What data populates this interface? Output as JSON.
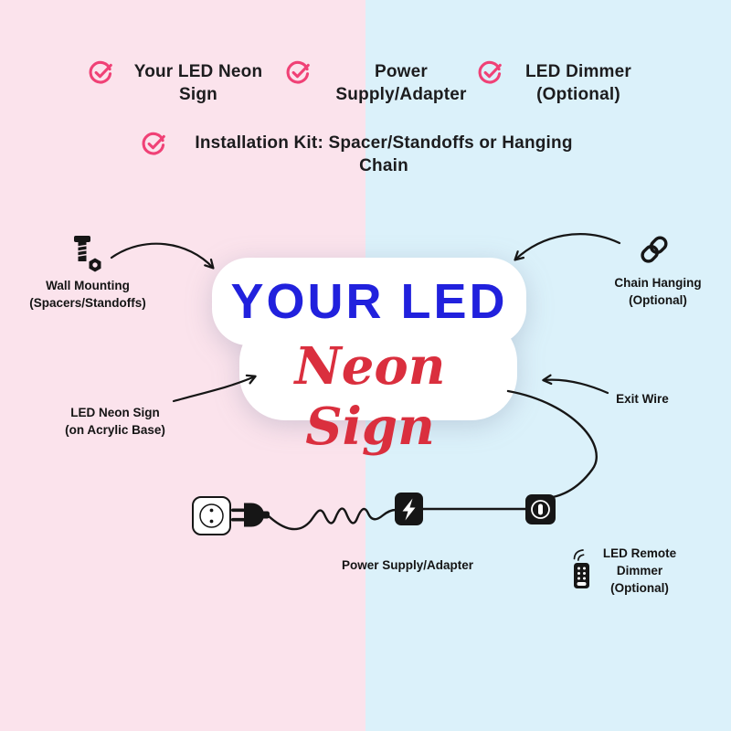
{
  "colors": {
    "background_left": "#fbe3ec",
    "background_right": "#dbf1fa",
    "check_accent": "#f04176",
    "sign_title_blue": "#2121dd",
    "sign_script_red": "#da2f3e",
    "line_black": "#161616"
  },
  "checklist": {
    "items": [
      {
        "icon": "check-icon",
        "label": "Your LED Neon\nSign"
      },
      {
        "icon": "check-icon",
        "label": "Power\nSupply/Adapter"
      },
      {
        "icon": "check-icon",
        "label": "LED Dimmer\n(Optional)"
      },
      {
        "icon": "check-icon",
        "label": "Installation Kit: Spacer/Standoffs or Hanging\nChain"
      }
    ]
  },
  "sign": {
    "title": "YOUR LED",
    "subtitle": "Neon Sign"
  },
  "callouts": {
    "wall_mounting": {
      "icon": "screw-bolt-icon",
      "label": "Wall Mounting\n(Spacers/Standoffs)"
    },
    "chain_hanging": {
      "icon": "chain-icon",
      "label": "Chain Hanging\n(Optional)"
    },
    "led_neon_sign": {
      "label": "LED Neon Sign\n(on Acrylic Base)"
    },
    "exit_wire": {
      "label": "Exit Wire"
    },
    "power_supply": {
      "icon": "power-adapter-icon",
      "label": "Power Supply/Adapter"
    },
    "led_remote_dimmer": {
      "icon": "remote-icon",
      "label": "LED Remote\nDimmer\n(Optional)"
    }
  },
  "icons": {
    "check": "circled-check",
    "wall_mounting": "screw-and-nut",
    "chain_hanging": "chain-links",
    "socket": "power-socket",
    "plug": "power-plug",
    "adapter": "lightning-bolt-box",
    "dimmer": "dimmer-switch-box",
    "remote": "remote-control-with-signal"
  }
}
